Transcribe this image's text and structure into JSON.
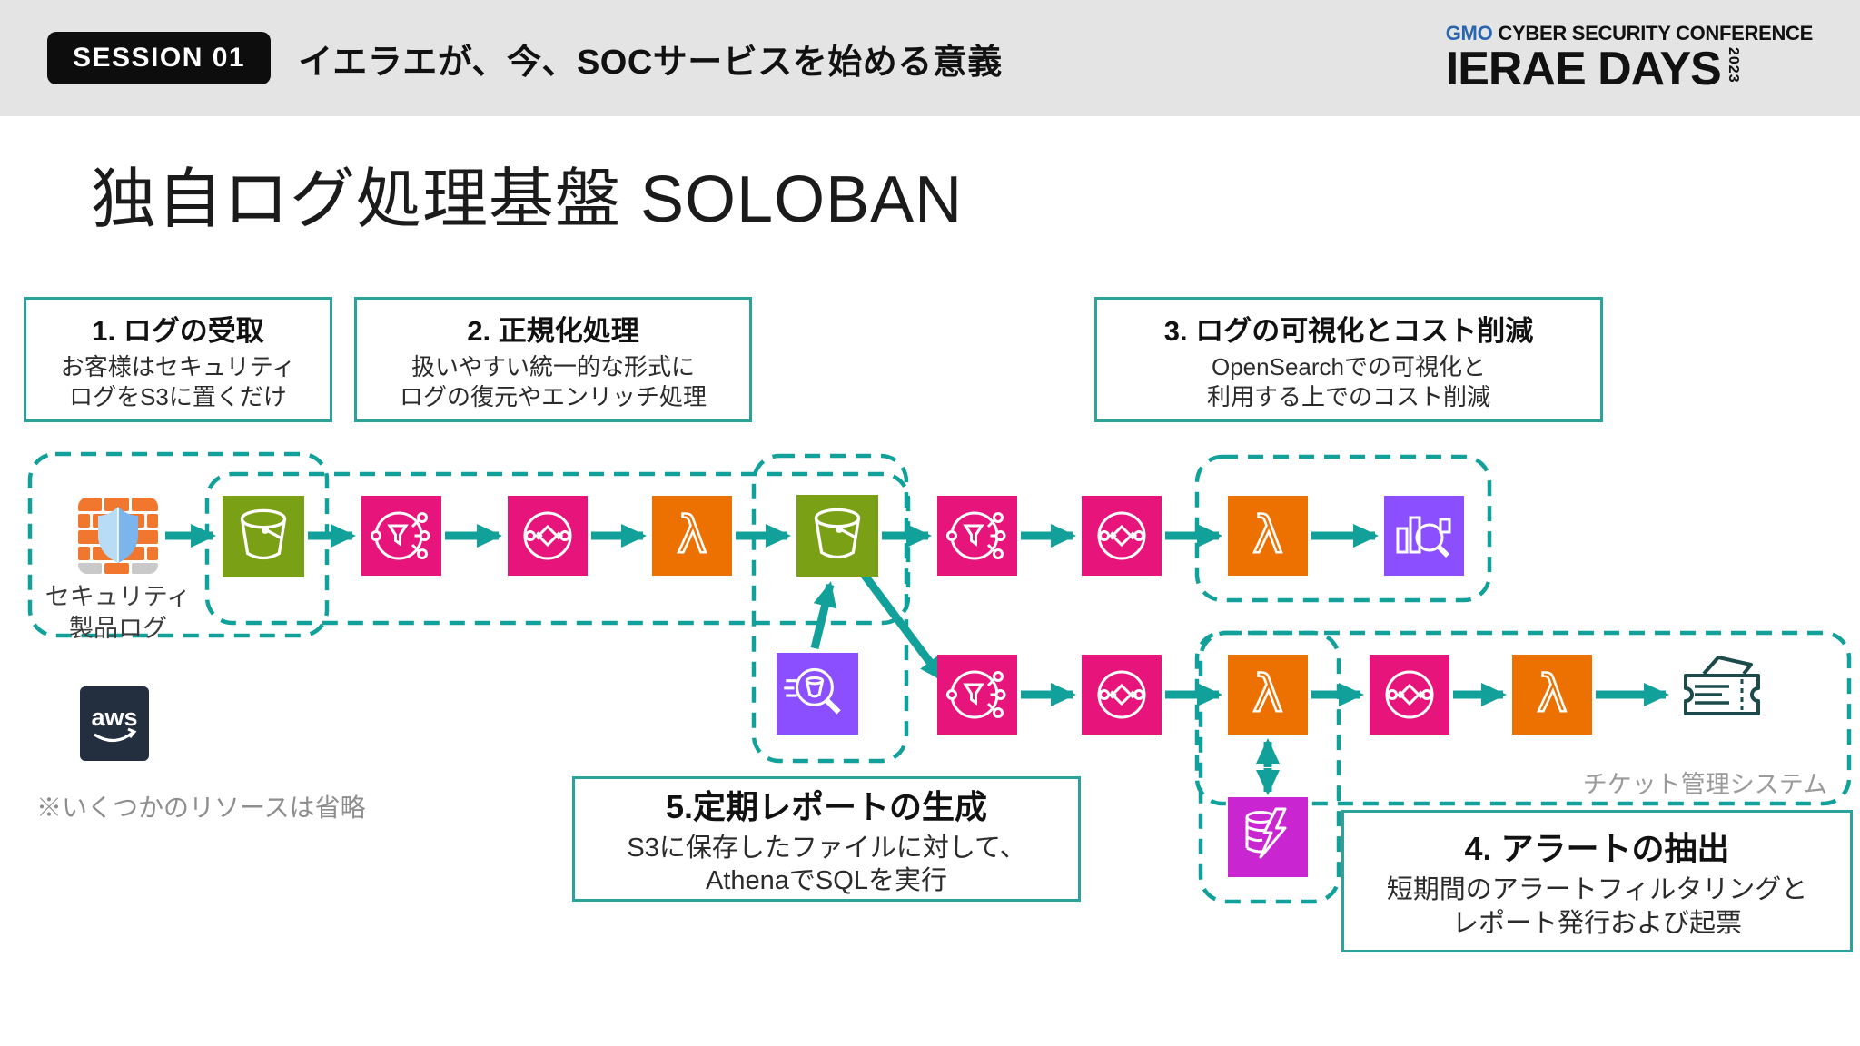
{
  "header": {
    "session_badge": "SESSION 01",
    "title": "イエラエが、今、SOCサービスを始める意義",
    "logo": {
      "brand": "GMO",
      "conference": "CYBER SECURITY CONFERENCE",
      "event": "IERAE DAYS",
      "year": "2023"
    }
  },
  "slide": {
    "title": "独自ログ処理基盤 SOLOBAN",
    "footnote": "※いくつかのリソースは省略"
  },
  "callouts": {
    "receive": {
      "title": "1. ログの受取",
      "line1": "お客様はセキュリティ",
      "line2": "ログをS3に置くだけ"
    },
    "normalize": {
      "title": "2. 正規化処理",
      "line1": "扱いやすい統一的な形式に",
      "line2": "ログの復元やエンリッチ処理"
    },
    "visualize": {
      "title": "3. ログの可視化とコスト削減",
      "line1": "OpenSearchでの可視化と",
      "line2": "利用する上でのコスト削減"
    },
    "report": {
      "title": "5.定期レポートの生成",
      "line1": "S3に保存したファイルに対して、",
      "line2": "AthenaでSQLを実行"
    },
    "alert": {
      "title": "4. アラートの抽出",
      "line1": "短期間のアラートフィルタリングと",
      "line2": "レポート発行および起票"
    }
  },
  "diagram": {
    "source_label_line1": "セキュリティ",
    "source_label_line2": "製品ログ",
    "ticket_system_label": "チケット管理システム",
    "aws_label": "aws",
    "icons": {
      "lambda_glyph": "λ"
    },
    "colors": {
      "teal_flow": "#12A19A",
      "callout_border": "#2BA39B",
      "s3_green": "#7AA116",
      "integration_pink": "#E7157B",
      "lambda_orange": "#ED7100",
      "analytics_purple": "#8C4FFF",
      "dynamodb_magenta": "#C925D1",
      "aws_navy": "#232F3E"
    }
  }
}
